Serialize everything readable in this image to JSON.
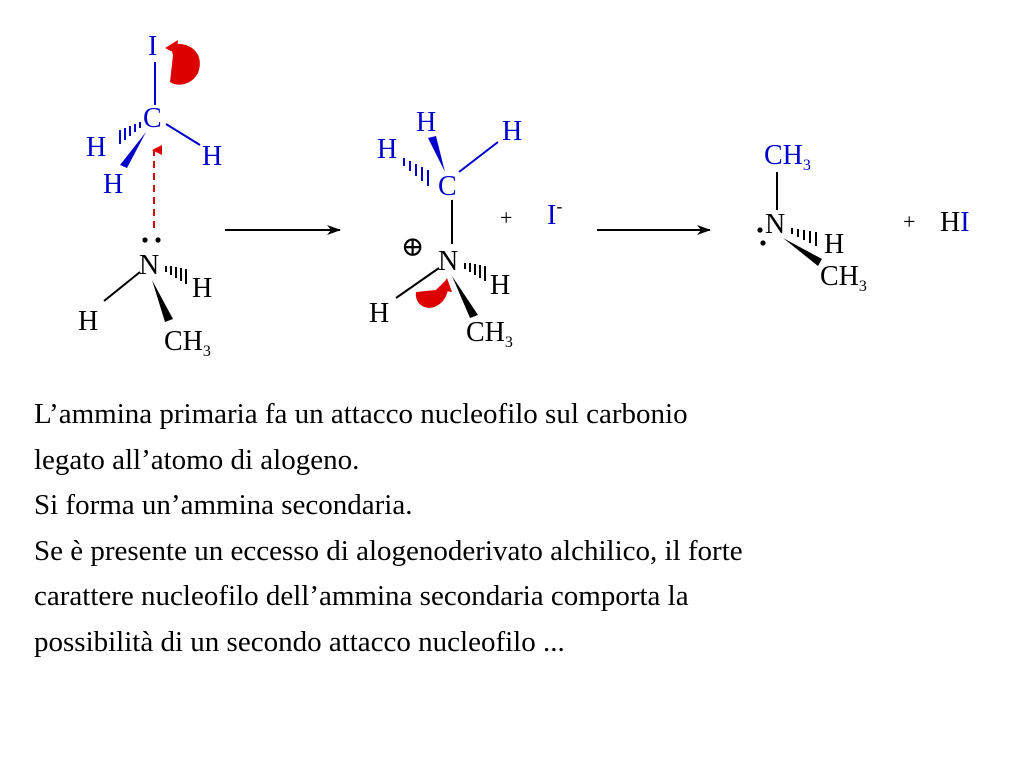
{
  "reaction": {
    "reactant_left": {
      "iodine": "I",
      "carbon": "C",
      "h_top_left": "H",
      "h_right": "H",
      "h_bottom": "H",
      "nitrogen": "N",
      "nh_right": "H",
      "nh_left": "H",
      "methyl": "CH",
      "methyl_sub": "3"
    },
    "intermediate": {
      "h_top": "H",
      "h_top_right": "H",
      "h_left": "H",
      "carbon": "C",
      "charge": "⊕",
      "nitrogen": "N",
      "nh_right": "H",
      "nh_left": "H",
      "methyl": "CH",
      "methyl_sub": "3",
      "plus": "+",
      "iodide": "I",
      "iodide_charge": "-"
    },
    "product": {
      "methyl_top": "CH",
      "methyl_top_sub": "3",
      "nitrogen": "N",
      "nh_right": "H",
      "methyl_bottom": "CH",
      "methyl_bottom_sub": "3",
      "plus": "+",
      "hi_h": "H",
      "hi_i": "I"
    },
    "colors": {
      "atom_blue": "#0000cc",
      "arrow_red": "#dd0000",
      "text": "#000000"
    }
  },
  "caption": [
    "L’ammina primaria fa un attacco nucleofilo sul carbonio",
    "legato all’atomo di alogeno.",
    "Si forma un’ammina secondaria.",
    "Se è presente un eccesso di alogenoderivato alchilico, il forte",
    "carattere nucleofilo dell’ammina secondaria comporta la",
    "possibilità di un secondo attacco nucleofilo ..."
  ]
}
